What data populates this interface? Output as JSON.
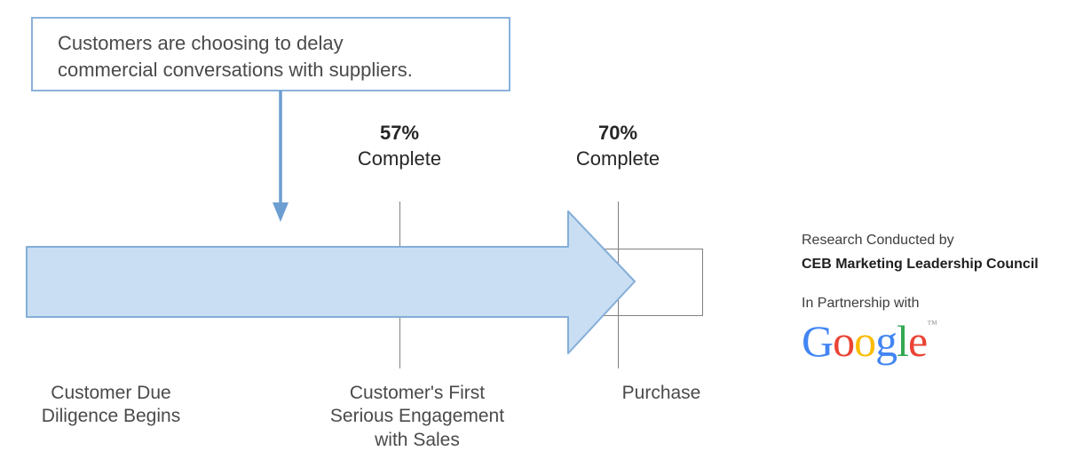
{
  "callout": {
    "text": "Customers are choosing to delay\ncommercial conversations with suppliers."
  },
  "milestones": [
    {
      "percent": "57%",
      "label": "Complete"
    },
    {
      "percent": "70%",
      "label": "Complete"
    }
  ],
  "stages": [
    {
      "label": "Customer Due\nDiligence Begins"
    },
    {
      "label": "Customer's First\nSerious Engagement\nwith Sales"
    },
    {
      "label": "Purchase"
    }
  ],
  "attribution": {
    "research_by": "Research Conducted by",
    "org": "CEB Marketing Leadership Council",
    "partnership": "In Partnership with"
  },
  "google": {
    "letters": [
      "G",
      "o",
      "o",
      "g",
      "l",
      "e"
    ],
    "letter_colors": [
      "#4285f4",
      "#ea4335",
      "#fbbc05",
      "#4285f4",
      "#34a853",
      "#ea4335"
    ],
    "tm": "™"
  },
  "colors": {
    "arrow_fill": "#c9def2",
    "arrow_stroke": "#84aed8",
    "pointer_arrow": "#6d9ed2",
    "callout_border": "#8ab2dc",
    "line_gray": "#7f7f7f"
  }
}
